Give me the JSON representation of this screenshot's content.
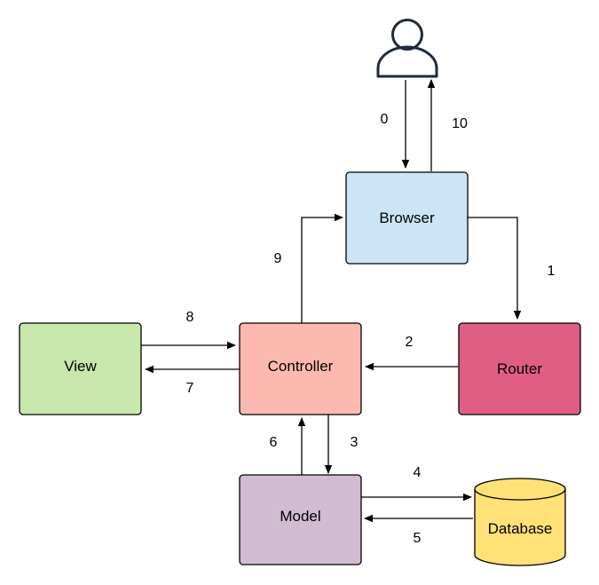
{
  "diagram": {
    "nodes": {
      "browser": {
        "label": "Browser",
        "color": "#cce5f6"
      },
      "router": {
        "label": "Router",
        "color": "#e05e84"
      },
      "controller": {
        "label": "Controller",
        "color": "#fcb9b0"
      },
      "view": {
        "label": "View",
        "color": "#c7e7ad"
      },
      "model": {
        "label": "Model",
        "color": "#d1bcd2"
      },
      "database": {
        "label": "Database",
        "color": "#ffe178"
      },
      "user": {
        "icon": "user-icon"
      }
    },
    "edges": [
      {
        "label": "0",
        "from": "user",
        "to": "browser"
      },
      {
        "label": "1",
        "from": "browser",
        "to": "router"
      },
      {
        "label": "2",
        "from": "router",
        "to": "controller"
      },
      {
        "label": "3",
        "from": "controller",
        "to": "model"
      },
      {
        "label": "4",
        "from": "model",
        "to": "database"
      },
      {
        "label": "5",
        "from": "database",
        "to": "model"
      },
      {
        "label": "6",
        "from": "model",
        "to": "controller"
      },
      {
        "label": "7",
        "from": "controller",
        "to": "view"
      },
      {
        "label": "8",
        "from": "view",
        "to": "controller"
      },
      {
        "label": "9",
        "from": "controller",
        "to": "browser"
      },
      {
        "label": "10",
        "from": "browser",
        "to": "user"
      }
    ]
  }
}
